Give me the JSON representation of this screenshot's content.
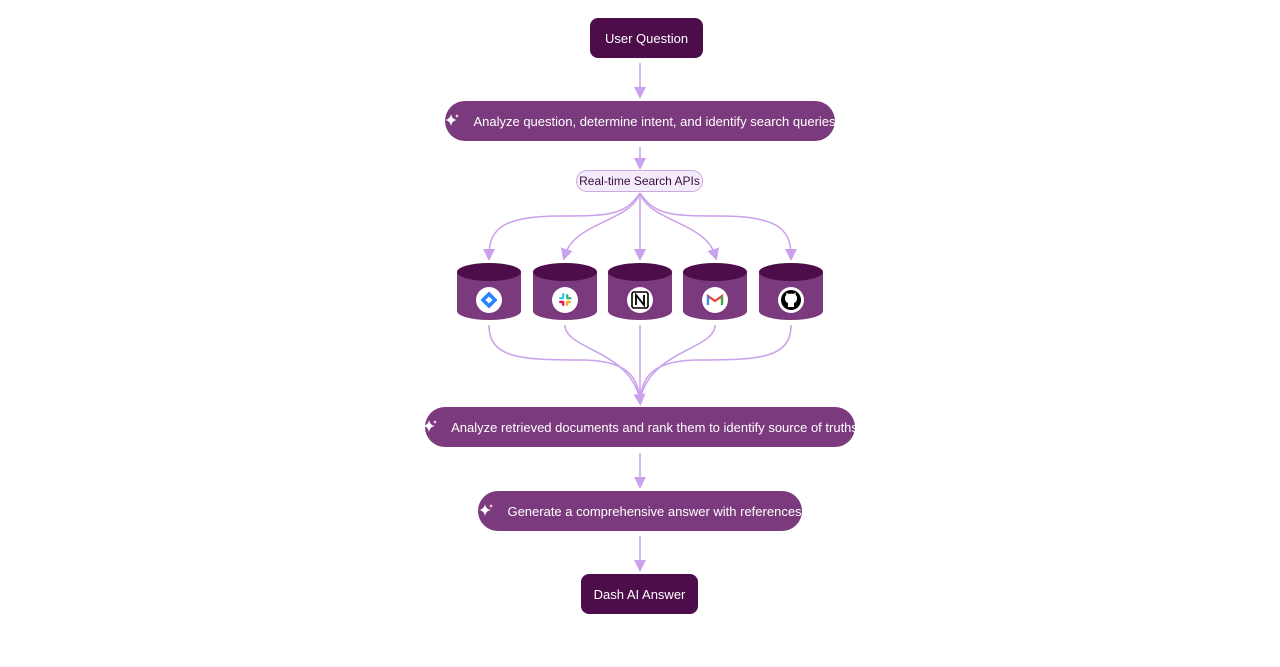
{
  "steps": {
    "user_question": "User Question",
    "analyze_question": "Analyze question, determine intent, and identify search queries",
    "search_apis": "Real-time Search APIs",
    "analyze_documents": "Analyze retrieved documents and rank them to identify source of truths",
    "generate_answer": "Generate a comprehensive answer with references",
    "final_answer": "Dash AI Answer"
  },
  "sources": [
    {
      "icon": "jira-icon"
    },
    {
      "icon": "slack-icon"
    },
    {
      "icon": "notion-icon"
    },
    {
      "icon": "gmail-icon"
    },
    {
      "icon": "github-icon"
    }
  ],
  "colors": {
    "dark_node": "#4c0d4a",
    "pill_node": "#7b3a7d",
    "connector": "#c9a1ec",
    "api_fill": "#f4ecfa",
    "api_border": "#cda8e6"
  }
}
